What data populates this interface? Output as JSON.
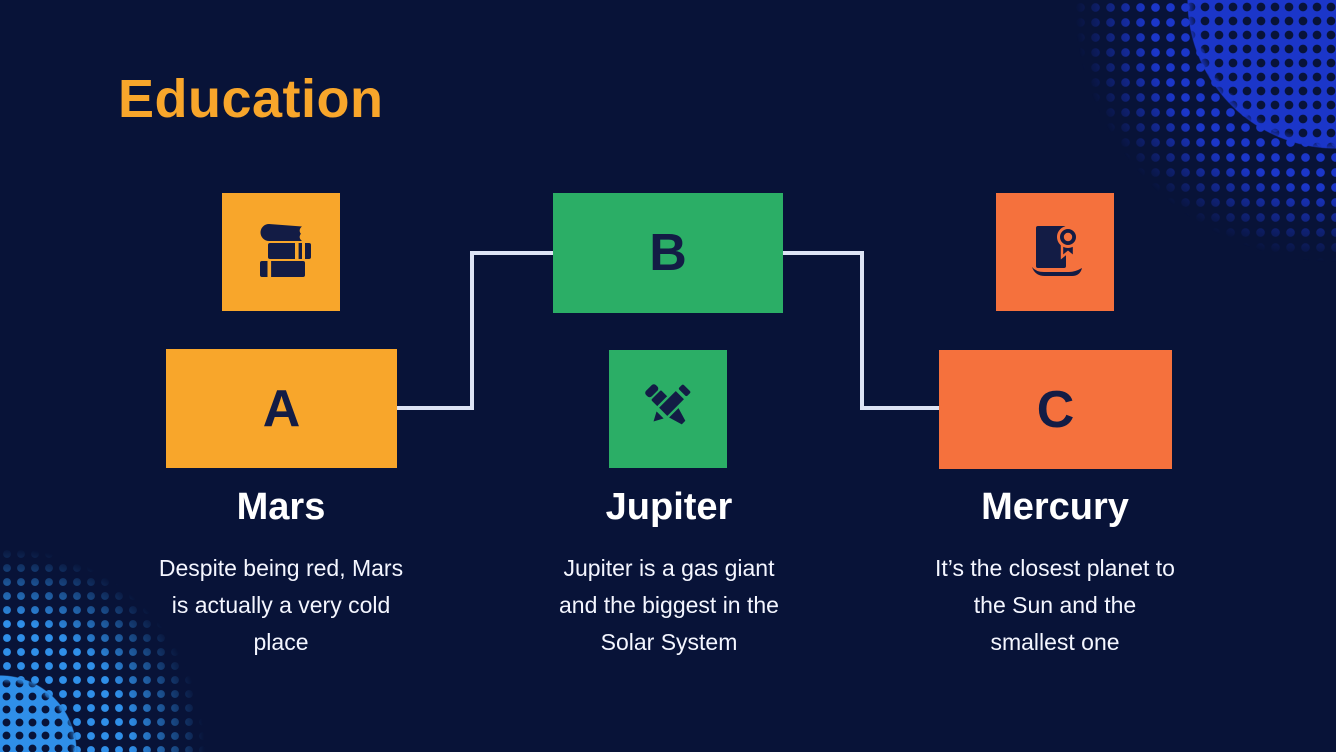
{
  "slide": {
    "title": "Education",
    "items": [
      {
        "letter": "A",
        "icon": "books-icon",
        "planet": "Mars",
        "description": "Despite being red, Mars\nis actually a very cold\nplace"
      },
      {
        "letter": "B",
        "icon": "pen-and-pencil-icon",
        "planet": "Jupiter",
        "description": "Jupiter is a gas giant\nand the biggest in the\nSolar System"
      },
      {
        "letter": "C",
        "icon": "certificate-icon",
        "planet": "Mercury",
        "description": "It’s the closest planet to\nthe Sun and the\nsmallest one"
      }
    ],
    "decorations": {
      "top_right": "halftone-dots",
      "bottom_left": "halftone-dots"
    },
    "colors": {
      "background": "#081338",
      "title": "#F8A62B",
      "amber": "#F8A62B",
      "green": "#2BAE66",
      "coral": "#F5713D",
      "letter": "#131C45",
      "connector": "#DDE4F5",
      "text": "#F4F6FF",
      "halftone_top_right": "#1B36C9",
      "halftone_bottom_left": "#2F8FE9"
    }
  }
}
